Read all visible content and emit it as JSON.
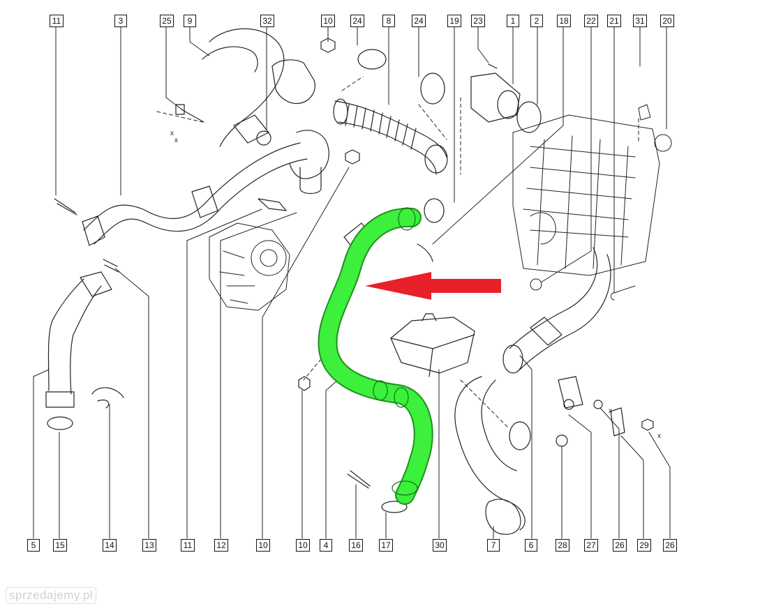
{
  "diagram": {
    "highlight_color": "#3cf03c",
    "arrow_color": "#e8202a",
    "line_color": "#111111",
    "top_callouts": [
      "11",
      "3",
      "25",
      "9",
      "32",
      "10",
      "24",
      "8",
      "24",
      "19",
      "23",
      "1",
      "2",
      "18",
      "22",
      "21",
      "31",
      "20"
    ],
    "bottom_callouts": [
      "5",
      "15",
      "14",
      "13",
      "11",
      "12",
      "10",
      "10",
      "4",
      "16",
      "17",
      "30",
      "7",
      "6",
      "28",
      "27",
      "26",
      "29",
      "26"
    ],
    "small_marks": [
      "x",
      "x",
      "x",
      "x"
    ],
    "watermark": "sprzedajemy.pl"
  }
}
